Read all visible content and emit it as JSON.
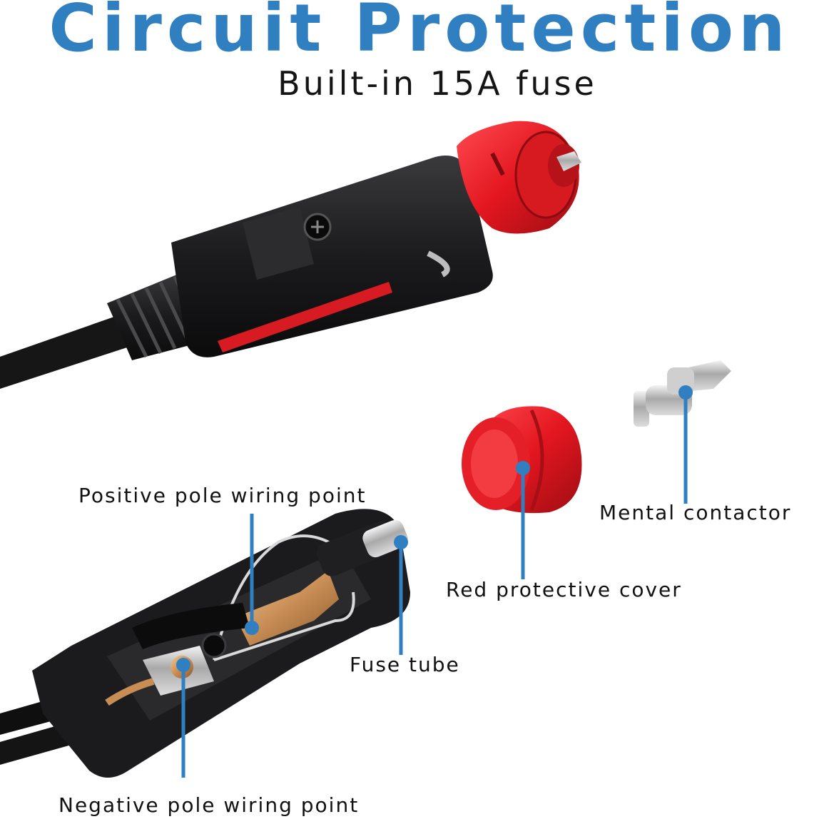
{
  "title": "Circuit Protection",
  "subtitle": "Built-in 15A fuse",
  "colors": {
    "accent": "#2f7fc1",
    "plug_red": "#e0202a",
    "plug_black": "#1c1c1e"
  },
  "callouts": {
    "positive": "Positive pole wiring point",
    "negative": "Negative pole wiring point",
    "fuse": "Fuse tube",
    "cover": "Red protective cover",
    "contactor": "Mental contactor"
  }
}
